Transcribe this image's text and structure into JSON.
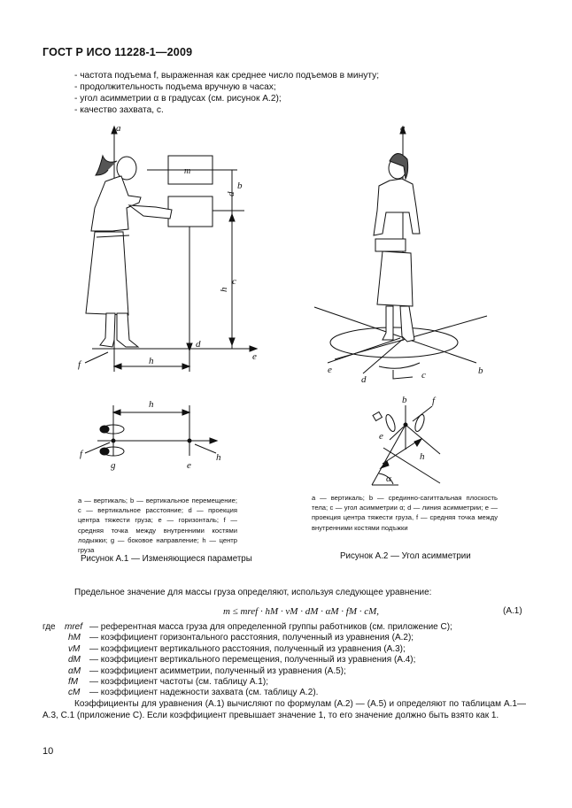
{
  "header": "ГОСТ Р ИСО 11228-1—2009",
  "list_items": [
    "- частота подъема f, выраженная как среднее число подъемов в минуту;",
    "- продолжительность подъема вручную в часах;",
    "- угол асимметрии α в градусах (см. рисунок А.2);",
    "- качество захвата, c."
  ],
  "fig1": {
    "labels": {
      "a": "a",
      "m": "m",
      "b": "b",
      "d_top": "d",
      "c": "c",
      "d": "d",
      "e": "e",
      "f": "f",
      "h": "h",
      "h2": "h",
      "g": "g",
      "e2": "e",
      "f2": "f",
      "h3": "h"
    },
    "legend": "a — вертикаль; b — вертикальное перемещение; c — вертикальное расстояние; d — проекция центра тяжести груза; e — горизонталь; f — средняя точка между внутренними костями лодыжки; g — боковое направление; h — центр груза",
    "caption": "Рисунок А.1 — Изменяющиеся параметры"
  },
  "fig2": {
    "labels": {
      "a": "a",
      "e": "e",
      "d": "d",
      "c": "c",
      "b": "b",
      "b2": "b",
      "f": "f",
      "e2": "e",
      "h": "h",
      "alpha": "α"
    },
    "legend": "a — вертикаль; b — срединно-сагиттальная плоскость тела; c — угол асимметрии α; d — линия асимметрии; e — проекция центра тяжести груза, f — средняя точка между внутренними костями подъжки",
    "caption": "Рисунок А.2 — Угол асимметрии"
  },
  "intro": "Предельное значение для массы груза определяют, используя следующее уравнение:",
  "equation": "m ≤ mref · hM · vM · dM · αM · fM · cM,",
  "equation_number": "(А.1)",
  "where": "где",
  "glossary": [
    {
      "sym": "mref",
      "text": "— референтная масса груза для определенной группы работников (см. приложение С);"
    },
    {
      "sym": "hM",
      "text": "— коэффициент горизонтального расстояния, полученный из уравнения (А.2);"
    },
    {
      "sym": "vM",
      "text": "— коэффициент вертикального расстояния, полученный из уравнения (А.3);"
    },
    {
      "sym": "dM",
      "text": "— коэффициент вертикального перемещения, полученный из уравнения (А.4);"
    },
    {
      "sym": "αM",
      "text": "— коэффициент асимметрии, полученный из уравнения (А.5);"
    },
    {
      "sym": "fM",
      "text": "— коэффициент частоты (см. таблицу А.1);"
    },
    {
      "sym": "cM",
      "text": "— коэффициент надежности захвата (см. таблицу А.2)."
    }
  ],
  "final_paragraph": "Коэффициенты для уравнения (А.1) вычисляют по формулам (А.2) — (А.5) и определяют по таблицам А.1— А.3, С.1 (приложение С). Если коэффициент превышает значение 1, то его значение должно быть взято как 1.",
  "page_number": "10"
}
